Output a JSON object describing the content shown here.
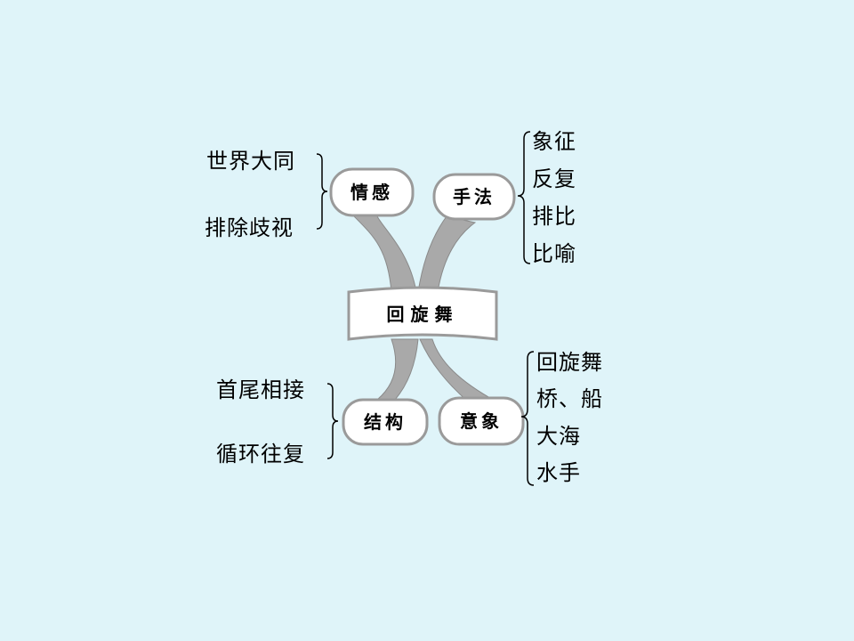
{
  "center": {
    "label": "回旋舞"
  },
  "branches": {
    "emotion": {
      "label": "情感",
      "items": [
        "世界大同",
        "排除歧视"
      ]
    },
    "technique": {
      "label": "手法",
      "items": [
        "象征",
        "反复",
        "排比",
        "比喻"
      ]
    },
    "structure": {
      "label": "结构",
      "items": [
        "首尾相接",
        "循环往复"
      ]
    },
    "imagery": {
      "label": "意象",
      "items": [
        "回旋舞",
        "桥、船",
        "大海",
        "水手"
      ]
    }
  },
  "colors": {
    "background": "#dff4f9",
    "node_fill": "#ffffff",
    "node_stroke": "#9a9a9a",
    "connector_fill": "#a9a9a9",
    "bracket_stroke": "#000000"
  }
}
